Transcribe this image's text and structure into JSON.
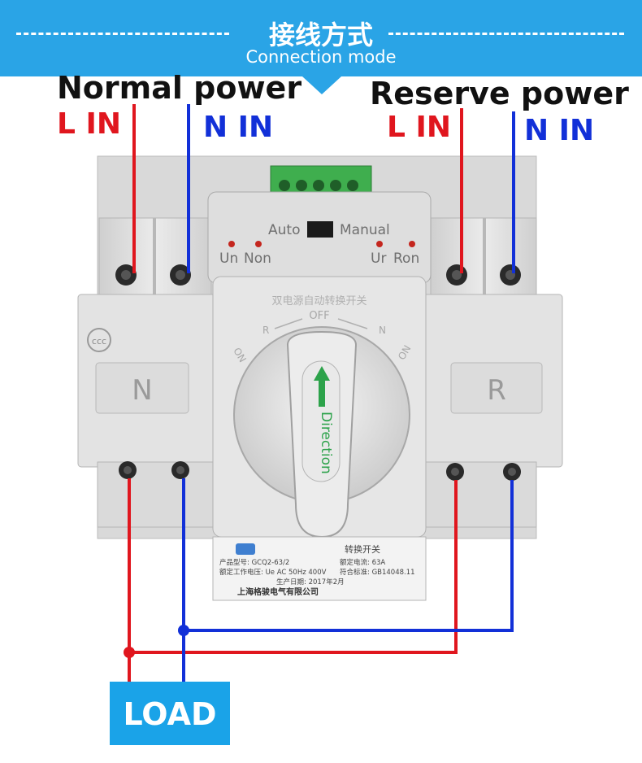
{
  "header": {
    "title_cn": "接线方式",
    "title_en": "Connection mode"
  },
  "labels": {
    "normal_power": "Normal power",
    "reserve_power": "Reserve power",
    "normal_l_in": "L IN",
    "normal_n_in": "N IN",
    "reserve_l_in": "L IN",
    "reserve_n_in": "N IN",
    "load": "LOAD"
  },
  "device": {
    "mode_auto": "Auto",
    "mode_manual": "Manual",
    "ind_un": "Un",
    "ind_non": "Non",
    "ind_ur": "Ur",
    "ind_ron": "Ron",
    "badge_n": "N",
    "badge_r": "R",
    "panel_cn": "双电源自动转换开关",
    "pos_off": "OFF",
    "pos_r": "R",
    "pos_n": "N",
    "on_left": "ON",
    "on_right": "ON",
    "handle_text": "Direction",
    "plate_title": "转换开关",
    "plate_model": "产品型号: GCQ2-63/2",
    "plate_current": "额定电流: 63A",
    "plate_voltage": "额定工作电压: Ue AC 50Hz 400V",
    "plate_standard": "符合标准: GB14048.11",
    "plate_date": "生产日期: 2017年2月",
    "plate_maker": "上海格骏电气有限公司"
  },
  "colors": {
    "banner": "#2aa4e6",
    "wire_red": "#e0161e",
    "wire_blue": "#1230d8",
    "load_box": "#1aa3e8",
    "device_body": "#dedede"
  }
}
